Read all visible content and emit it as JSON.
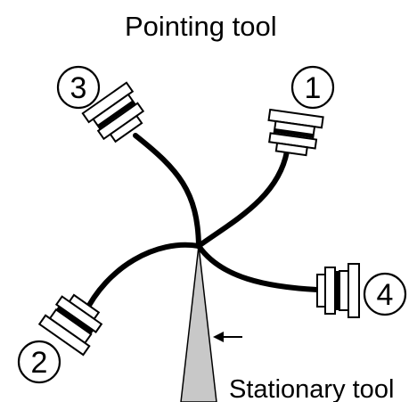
{
  "title": "Pointing tool",
  "stationary_label": "Stationary tool",
  "colors": {
    "stationary_tool_fill": "#c8c8c8",
    "line": "#000000",
    "background": "#ffffff"
  },
  "tools": [
    {
      "number": "1"
    },
    {
      "number": "2"
    },
    {
      "number": "3"
    },
    {
      "number": "4"
    }
  ]
}
